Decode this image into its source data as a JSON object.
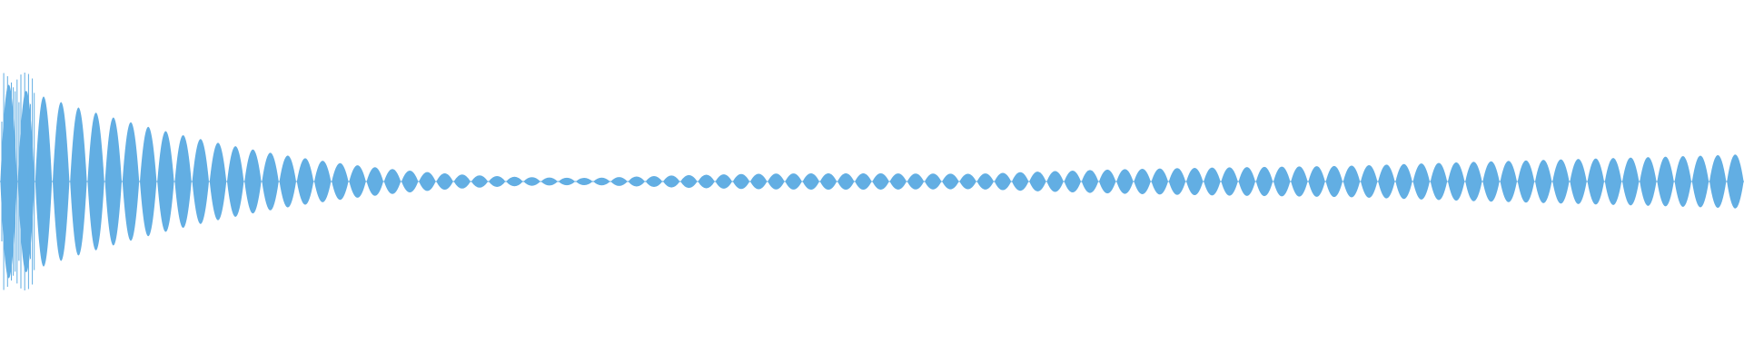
{
  "waveform": {
    "color": "#62aee3",
    "background": "#ffffff",
    "envelope": {
      "peak_amplitude": 0.6,
      "start_amplitude": 0.55,
      "initial_decay": "exponential",
      "minimum_amplitude_position": 0.34,
      "minimum_amplitude": 0.02,
      "end_amplitude": 0.15
    },
    "beat_count": 100
  }
}
